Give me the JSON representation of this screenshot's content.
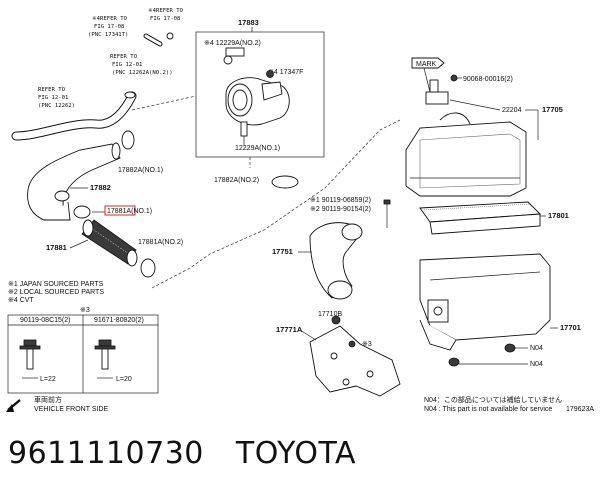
{
  "callouts": {
    "refer_fig_17_08_a": [
      "※4REFER TO",
      "FIG 17-08",
      "(PNC 17341T)"
    ],
    "refer_fig_17_08_b": [
      "※4REFER TO",
      "FIG 17-08"
    ],
    "refer_fig_12_01_a": [
      "REFER TO",
      "FIG 12-01",
      "(PNC 12262A(NO.2))"
    ],
    "refer_fig_12_01_b": [
      "REFER TO",
      "FIG 12-01",
      "(PNC 12262)"
    ]
  },
  "parts": {
    "p17883": "17883",
    "p12229a_no2": "※4 12229A(NO.2)",
    "p17347f": "※4 17347F",
    "p12229a_no1": "12229A(NO.1)",
    "p17882a_no1": "17882A(NO.1)",
    "p17882": "17882",
    "p17881a_no1": "17881A(NO.1)",
    "p17881": "17881",
    "p17881a_no2": "17881A(NO.2)",
    "p17882a_no2": "17882A(NO.2)",
    "mark": "MARK",
    "p90068": "90068-00016(2)",
    "p22204": "22204",
    "p17705": "17705",
    "p90119_06859": "※1 90119-06859(2)",
    "p90119_90154": "※2 90119-90154(2)",
    "p17801": "17801",
    "p17751": "17751",
    "p17710b": "17710B",
    "p17771a": "17771A",
    "note3": "※3",
    "p17701": "17701",
    "n04_a": "N04",
    "n04_b": "N04"
  },
  "legend": {
    "l1": "※1  JAPAN SOURCED PARTS",
    "l2": "※2  LOCAL SOURCED PARTS",
    "l4": "※4  CVT"
  },
  "bolt_table": {
    "header_mark": "※3",
    "col1": "90119-08C15(2)",
    "col2": "91671-80820(2)",
    "len1": "L=22",
    "len2": "L=20"
  },
  "direction": {
    "jp": "車両前方",
    "en": "VEHICLE FRONT SIDE"
  },
  "notes": {
    "jp": "N04：この部品については補給していません",
    "en": "N04 : This part is not available for service",
    "fig_id": "179623A"
  },
  "footer": {
    "part_number": "9611110730",
    "brand": "TOYOTA"
  }
}
